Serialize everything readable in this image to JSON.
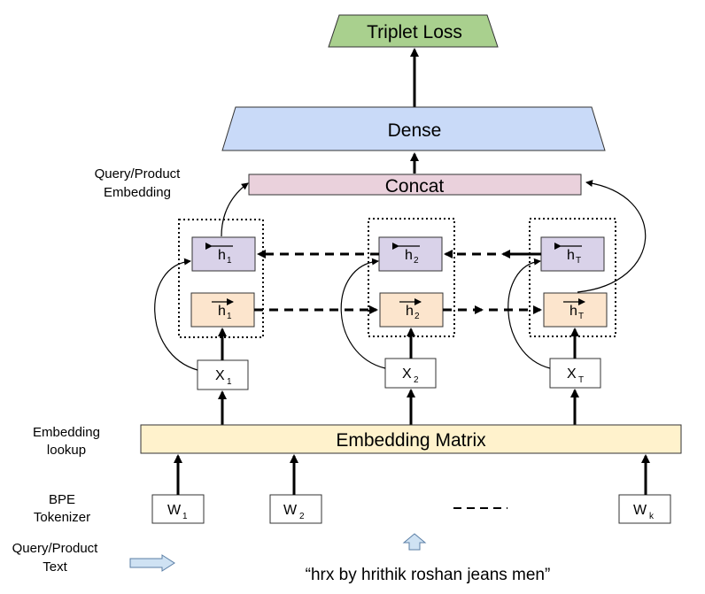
{
  "side_labels": {
    "query_product_embedding": [
      "Query/Product",
      "Embedding"
    ],
    "embedding_lookup": [
      "Embedding",
      "lookup"
    ],
    "bpe_tokenizer": [
      "BPE",
      "Tokenizer"
    ],
    "query_product_text": [
      "Query/Product",
      "Text"
    ]
  },
  "blocks": {
    "triplet_loss": "Triplet Loss",
    "dense": "Dense",
    "concat": "Concat",
    "embedding_matrix": "Embedding Matrix"
  },
  "lstm_columns": [
    {
      "x": "X",
      "x_sub": "1",
      "h": "h",
      "h_sub": "1"
    },
    {
      "x": "X",
      "x_sub": "2",
      "h": "h",
      "h_sub": "2"
    },
    {
      "x": "X",
      "x_sub": "T",
      "h": "h",
      "h_sub": "T"
    }
  ],
  "tokens": [
    {
      "w": "W",
      "sub": "1"
    },
    {
      "w": "W",
      "sub": "2"
    },
    {
      "w": "W",
      "sub": "k"
    }
  ],
  "example_text": "“hrx by hrithik roshan jeans men”",
  "colors": {
    "triplet_loss": "#a9d08e",
    "dense": "#c9daf8",
    "concat": "#ead1dc",
    "embedding_matrix": "#fff2cc",
    "forward_state": "#fce5cd",
    "backward_state": "#d9d2e9",
    "input_arrow": "#cfe2f3"
  }
}
